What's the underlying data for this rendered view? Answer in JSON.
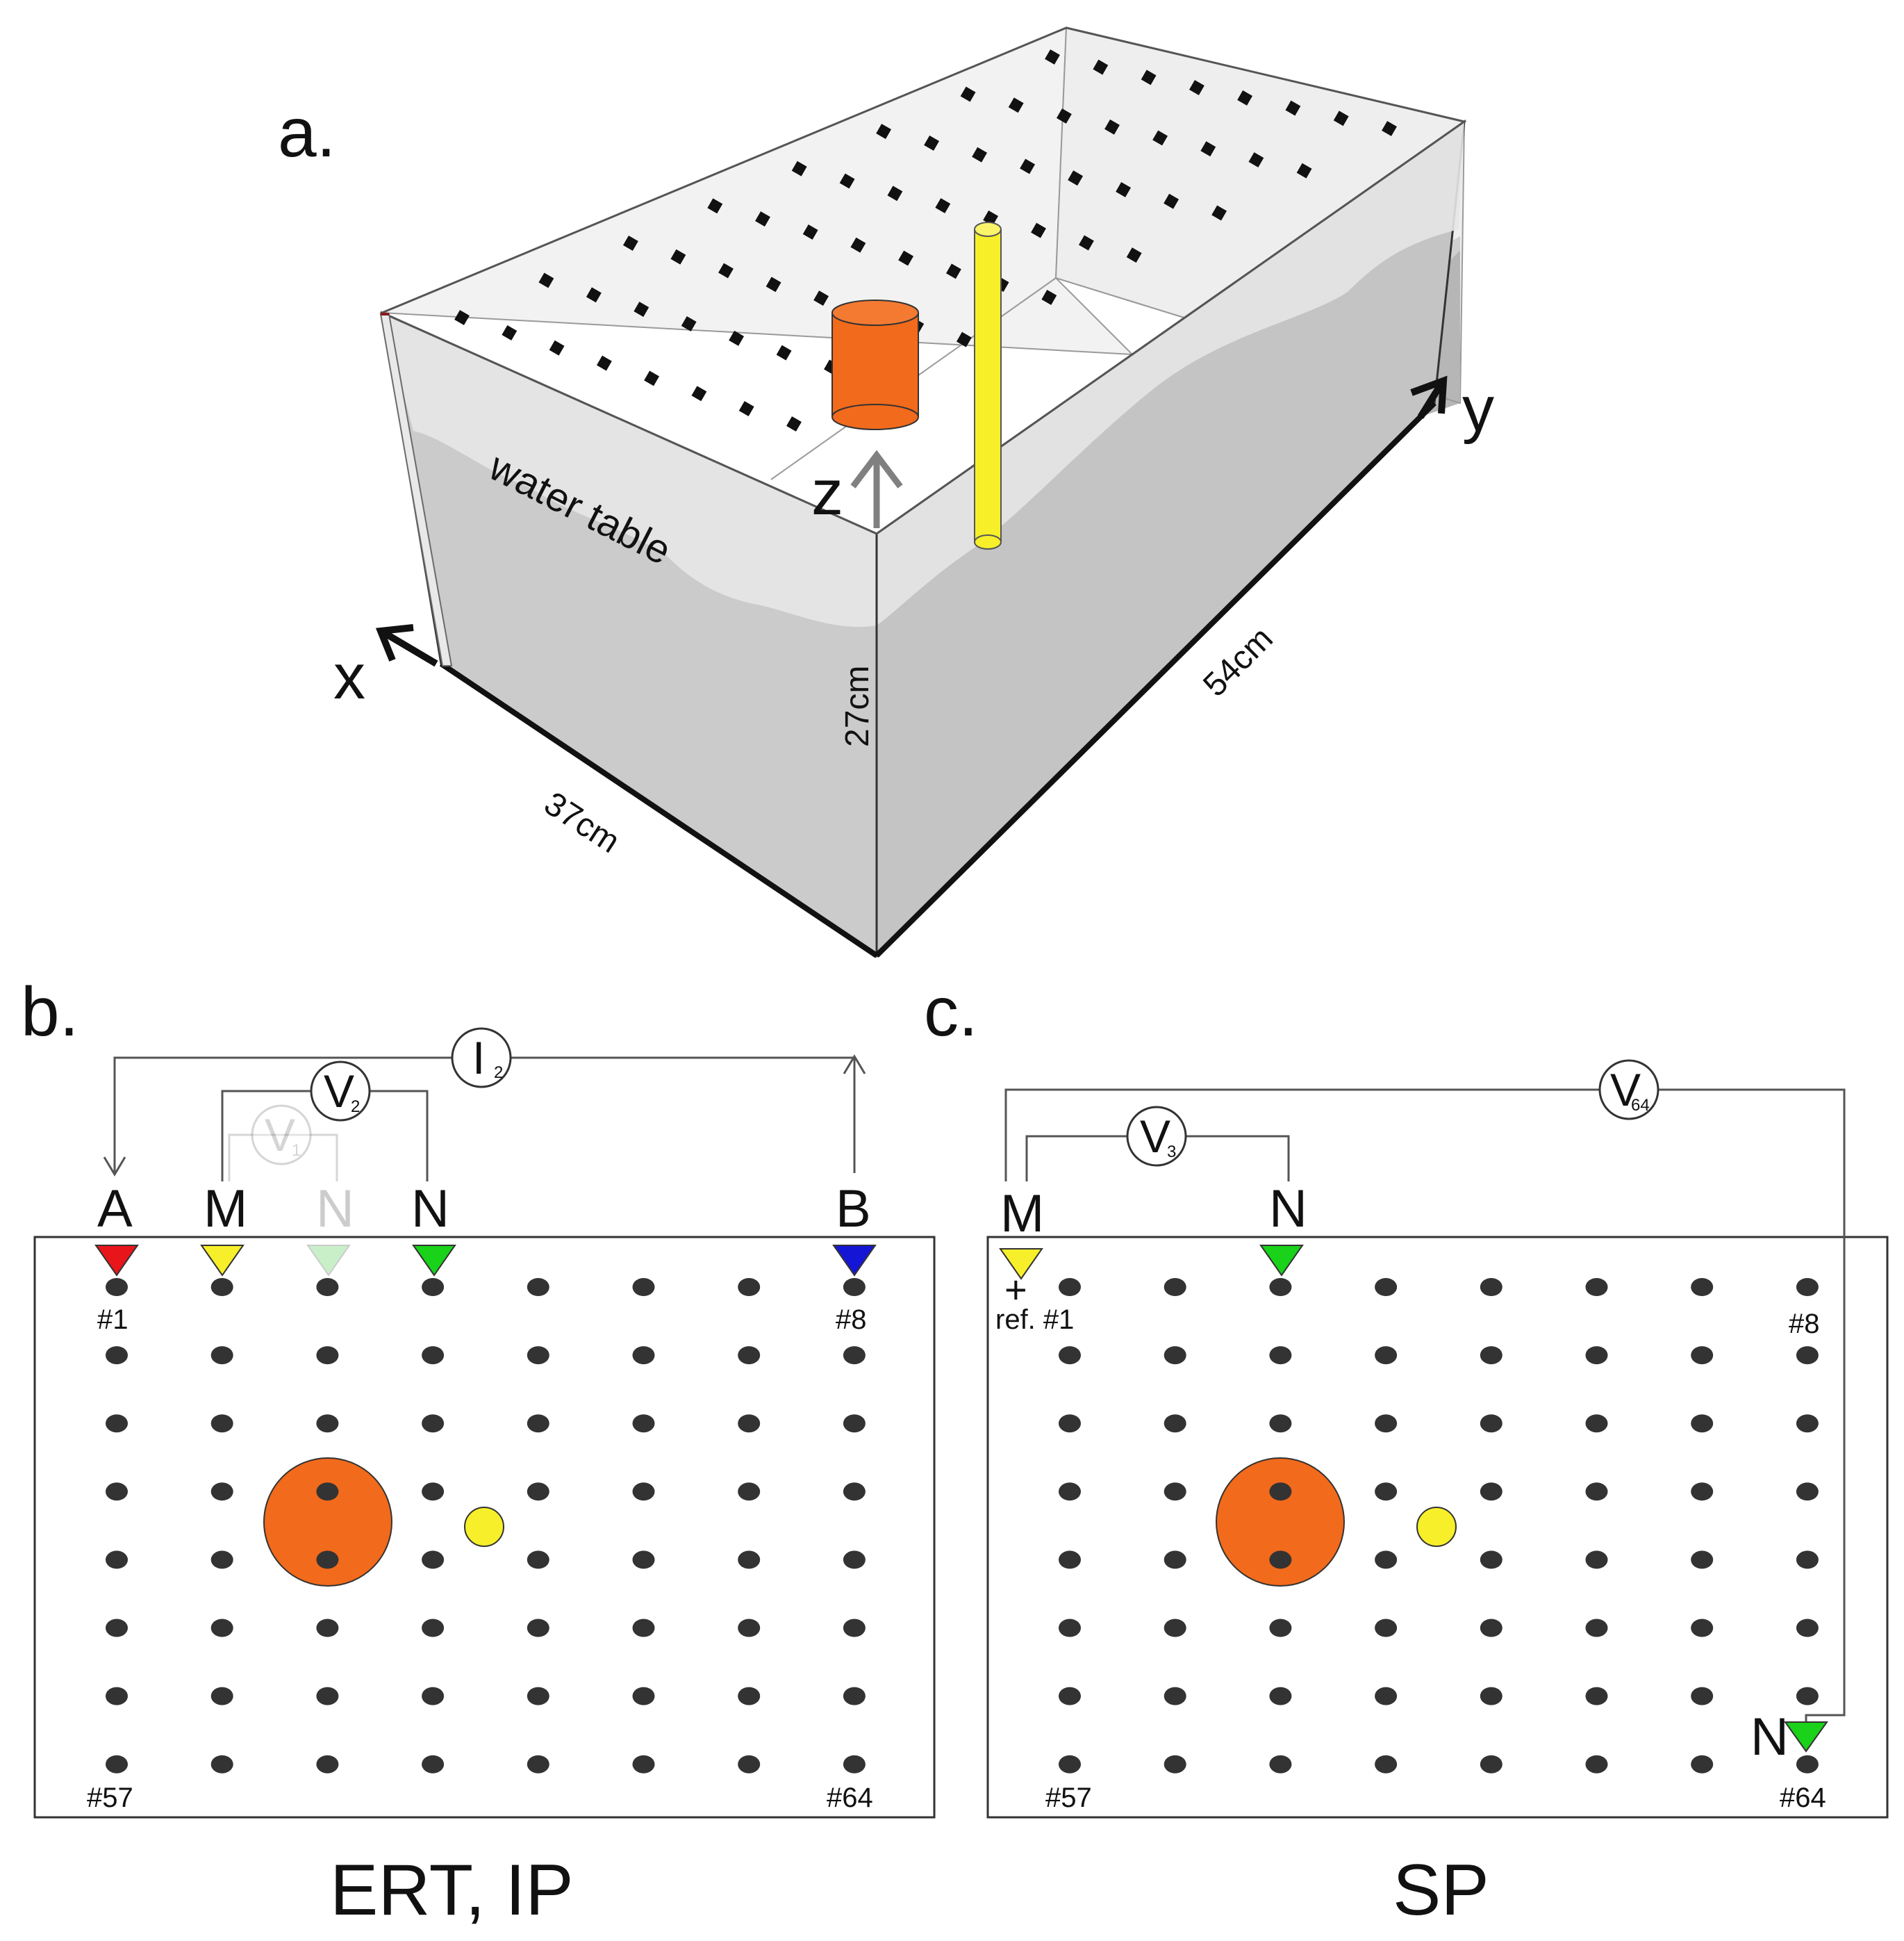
{
  "panel_a": {
    "label": "a.",
    "axes": {
      "x": "x",
      "y": "y",
      "z": "z"
    },
    "dimensions": {
      "width": "37cm",
      "length": "54cm",
      "height": "27cm"
    },
    "water_table_label": "water table",
    "colors": {
      "cylinder": "#f26a1b",
      "rod": "#f7ef2a",
      "soil": "#c8c8c8",
      "dry": "#e6e6e6"
    }
  },
  "panel_b": {
    "label": "b.",
    "title": "ERT, IP",
    "electrodes": {
      "A": "A",
      "M": "M",
      "N_ghost": "N",
      "N": "N",
      "B": "B"
    },
    "meters": {
      "I2": {
        "main": "I",
        "sub": "2"
      },
      "V2": {
        "main": "V",
        "sub": "2"
      },
      "V1": {
        "main": "V",
        "sub": "1"
      }
    },
    "numbers": {
      "n1": "#1",
      "n8": "#8",
      "n57": "#57",
      "n64": "#64"
    },
    "marker_colors": {
      "A": "#e8161b",
      "M": "#f7ef2a",
      "N_ghost": "#c9efc9",
      "N": "#19d219",
      "B": "#1515d6"
    }
  },
  "panel_c": {
    "label": "c.",
    "title": "SP",
    "electrodes": {
      "M": "M",
      "N_top": "N",
      "N_bottom": "N"
    },
    "ref_plus": "+",
    "meters": {
      "V64": {
        "main": "V",
        "sub": "64"
      },
      "V3": {
        "main": "V",
        "sub": "3"
      }
    },
    "numbers": {
      "ref1": "ref. #1",
      "n8": "#8",
      "n57": "#57",
      "n64": "#64"
    },
    "marker_colors": {
      "M": "#f7ef2a",
      "N": "#19d219"
    }
  },
  "grid": {
    "rows": 8,
    "cols": 8,
    "electrode_color": "#333333"
  }
}
